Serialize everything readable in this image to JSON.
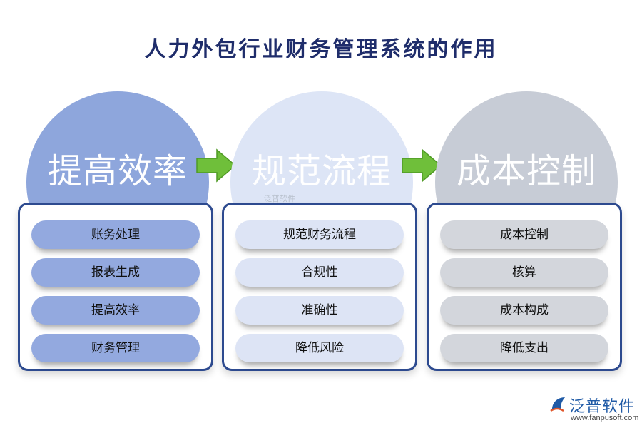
{
  "title": "人力外包行业财务管理系统的作用",
  "columns": [
    {
      "heading": "提高效率",
      "items": [
        "账务处理",
        "报表生成",
        "提高效率",
        "财务管理"
      ]
    },
    {
      "heading": "规范流程",
      "items": [
        "规范财务流程",
        "合规性",
        "准确性",
        "降低风险"
      ]
    },
    {
      "heading": "成本控制",
      "items": [
        "成本控制",
        "核算",
        "成本构成",
        "降低支出"
      ]
    }
  ],
  "watermark": "泛普软件",
  "logo": {
    "name": "泛普软件",
    "url": "www.fanpusoft.com"
  },
  "colors": {
    "circle_1": "#8ea6dc",
    "circle_2": "#dde5f6",
    "circle_3": "#c7ccd6",
    "pill_1": "#93a9df",
    "pill_2": "#dde4f5",
    "pill_3": "#d3d6dc",
    "panel_border": "#2d4a8f",
    "title": "#1f2d6b",
    "arrow": "#6fbf3a"
  },
  "icons": [
    "right-arrow-icon",
    "right-arrow-icon",
    "fanpu-logo-icon"
  ]
}
